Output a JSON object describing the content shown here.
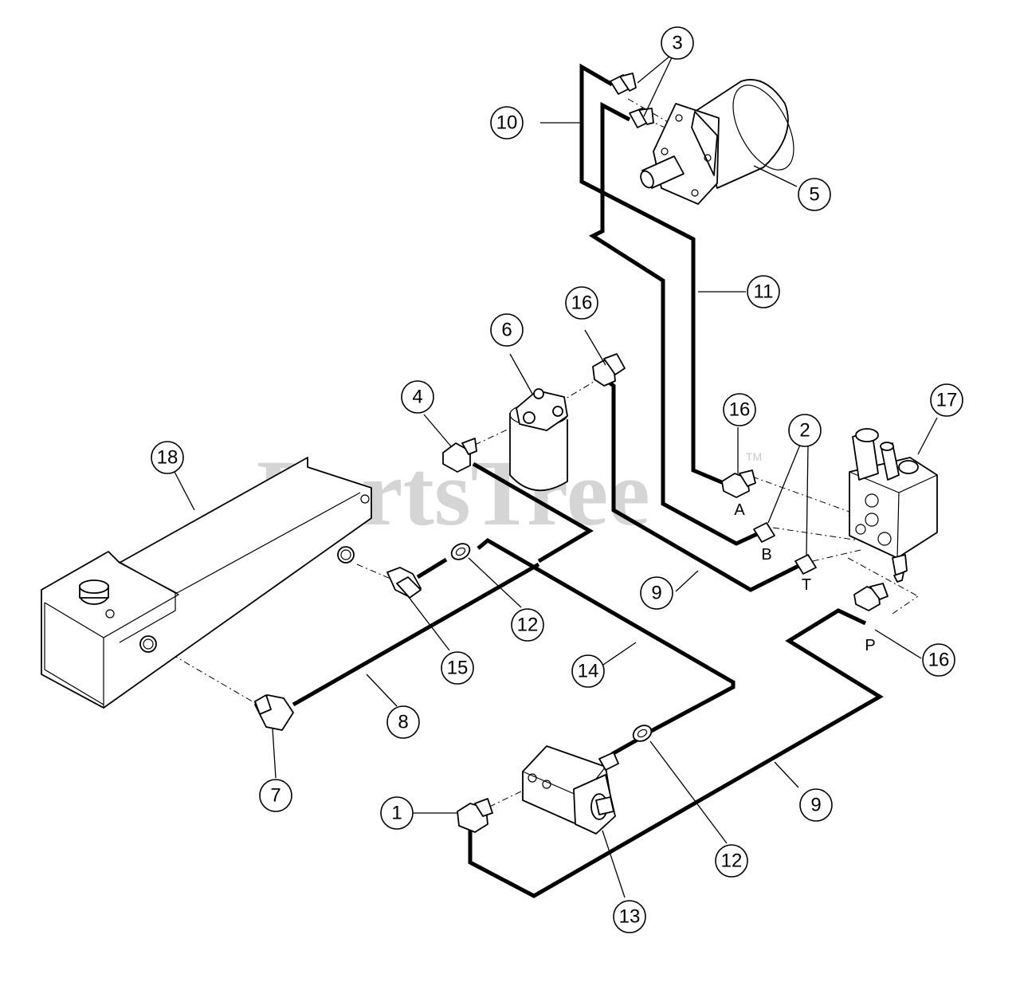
{
  "watermark": {
    "text": "PartsTree",
    "trademark": "TM"
  },
  "callouts": {
    "c1": "1",
    "c2": "2",
    "c3": "3",
    "c4": "4",
    "c5": "5",
    "c6": "6",
    "c7": "7",
    "c8": "8",
    "c9a": "9",
    "c9b": "9",
    "c10": "10",
    "c11": "11",
    "c12a": "12",
    "c12b": "12",
    "c13": "13",
    "c14": "14",
    "c15": "15",
    "c16a": "16",
    "c16b": "16",
    "c16c": "16",
    "c17": "17",
    "c18": "18"
  },
  "ports": {
    "A": "A",
    "B": "B",
    "T": "T",
    "P": "P"
  }
}
